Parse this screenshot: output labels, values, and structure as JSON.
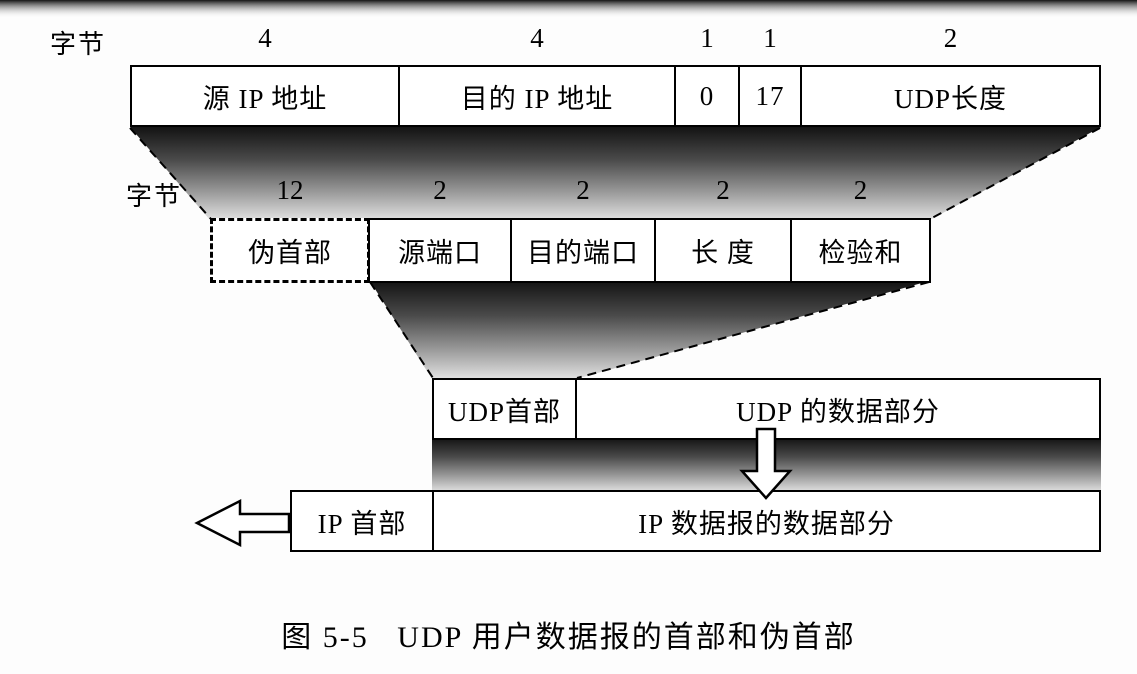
{
  "unit_label": "字节",
  "rows": [
    {
      "name": "pseudo-header-detail",
      "fields": [
        {
          "size": "4",
          "label": "源 IP 地址"
        },
        {
          "size": "4",
          "label": "目的 IP 地址"
        },
        {
          "size": "1",
          "label": "0"
        },
        {
          "size": "1",
          "label": "17"
        },
        {
          "size": "2",
          "label": "UDP长度"
        }
      ]
    },
    {
      "name": "udp-datagram",
      "fields": [
        {
          "size": "12",
          "label": "伪首部"
        },
        {
          "size": "2",
          "label": "源端口"
        },
        {
          "size": "2",
          "label": "目的端口"
        },
        {
          "size": "2",
          "label": "长 度"
        },
        {
          "size": "2",
          "label": "检验和"
        }
      ]
    },
    {
      "name": "udp-encapsulation",
      "fields": [
        {
          "label": "UDP首部"
        },
        {
          "label": "UDP 的数据部分"
        }
      ]
    },
    {
      "name": "ip-encapsulation",
      "fields": [
        {
          "label": "IP 首部"
        },
        {
          "label": "IP 数据报的数据部分"
        }
      ]
    }
  ],
  "caption": "图 5-5   UDP 用户数据报的首部和伪首部",
  "colors": {
    "shade_dark": "#131313",
    "shade_light": "#e2e2e2",
    "line": "#000000",
    "box_fill": "#ffffff"
  }
}
